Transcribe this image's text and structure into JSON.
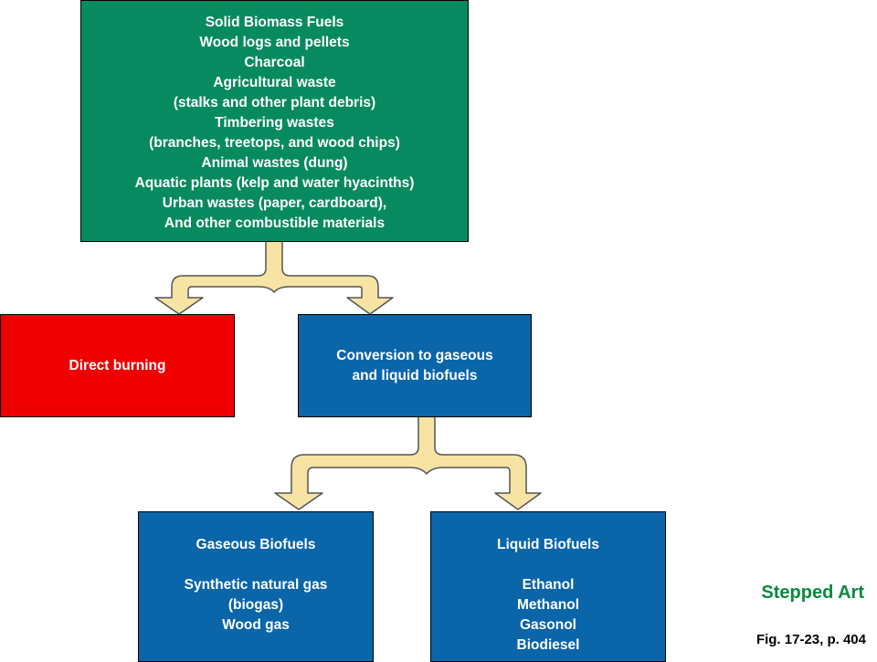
{
  "source": {
    "lines": [
      "Solid Biomass Fuels",
      "Wood logs and pellets",
      "Charcoal",
      "Agricultural waste",
      "(stalks and other plant debris)",
      "Timbering wastes",
      "(branches, treetops, and wood chips)",
      "Animal wastes (dung)",
      "Aquatic plants (kelp and water hyacinths)",
      "Urban wastes (paper, cardboard),",
      "And other combustible materials"
    ],
    "color": "#078a60"
  },
  "direct_burning": {
    "label": "Direct burning",
    "color": "#ef0000"
  },
  "conversion": {
    "lines": [
      "Conversion to gaseous",
      "and liquid biofuels"
    ],
    "color": "#0a65a9"
  },
  "gaseous": {
    "title": "Gaseous Biofuels",
    "items": [
      "Synthetic natural gas",
      "(biogas)",
      "Wood gas"
    ]
  },
  "liquid": {
    "title": "Liquid Biofuels",
    "items": [
      "Ethanol",
      "Methanol",
      "Gasonol",
      "Biodiesel"
    ]
  },
  "footer": {
    "stepped_art": "Stepped Art",
    "figure_ref": "Fig. 17-23, p. 404"
  },
  "colors": {
    "arrow_fill": "#f7e3a3",
    "arrow_stroke": "#555555",
    "blue_box": "#0a65a9",
    "label_green": "#0a8a3e"
  }
}
